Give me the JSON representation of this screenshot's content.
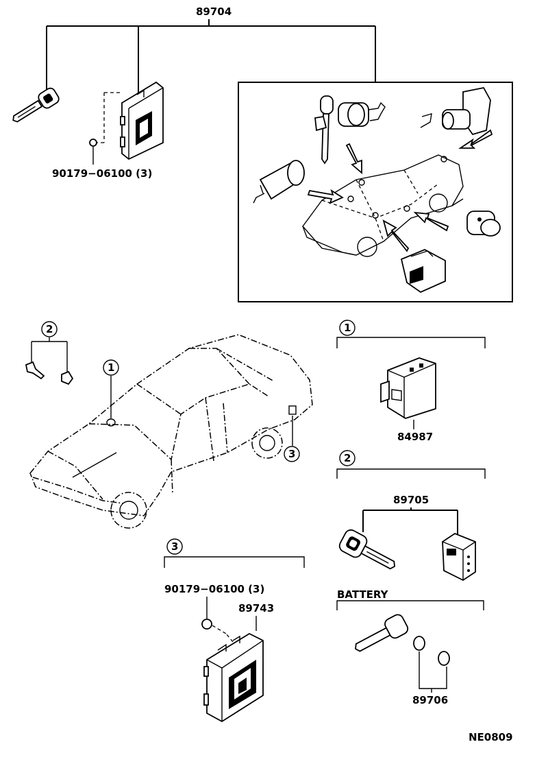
{
  "labels": {
    "kit_top": "89704",
    "screw_top": "90179−06100 (3)",
    "switch": "84987",
    "key_set": "89705",
    "screw_bottom": "90179−06100 (3)",
    "receiver": "89743",
    "battery_title": "BATTERY",
    "battery_part": "89706",
    "figure_code": "NE0809"
  },
  "callouts": {
    "c1": "1",
    "c2": "2",
    "c3": "3"
  }
}
